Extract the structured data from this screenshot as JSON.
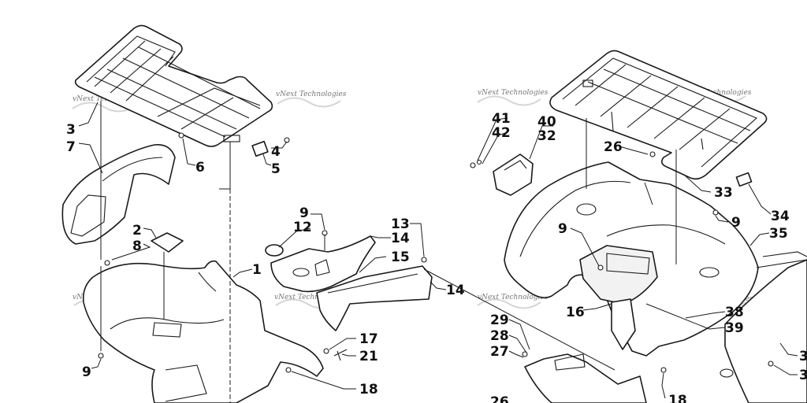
{
  "watermark": {
    "text": "vNext Technologies"
  },
  "callouts": {
    "c1": "1",
    "c2": "2",
    "c3": "3",
    "c4": "4",
    "c5": "5",
    "c6": "6",
    "c7": "7",
    "c8": "8",
    "c9a": "9",
    "c9b": "9",
    "c9c": "9",
    "c9d": "9",
    "c12": "12",
    "c13": "13",
    "c14a": "14",
    "c14b": "14",
    "c15": "15",
    "c16": "16",
    "c17": "17",
    "c18a": "18",
    "c18b": "18",
    "c21": "21",
    "c26a": "26",
    "c26b": "26",
    "c27": "27",
    "c28": "28",
    "c29": "29",
    "c32": "32",
    "c33": "33",
    "c34": "34",
    "c35": "35",
    "c38": "38",
    "c39": "39",
    "c40": "40",
    "c41": "41",
    "c42": "42",
    "c3r1": "3",
    "c3r2": "3"
  }
}
